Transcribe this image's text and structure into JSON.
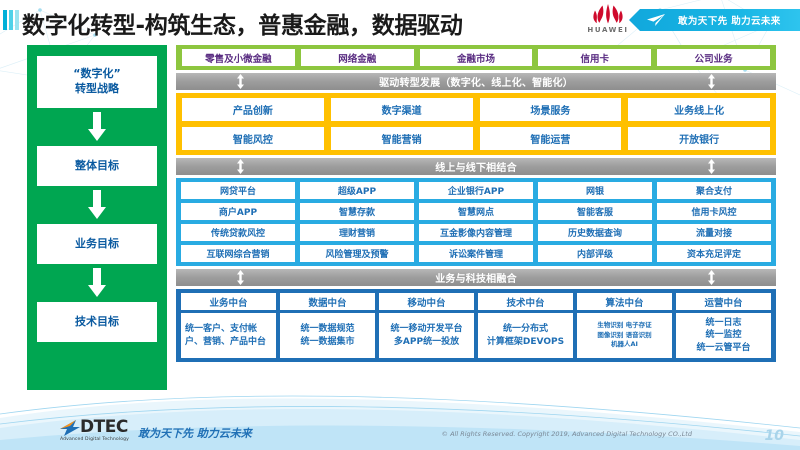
{
  "header": {
    "title": "数字化转型-构筑生态，普惠金融，数据驱动",
    "brand": "HUAWEI",
    "ribbon_text": "敢为天下先 助力云未来"
  },
  "sidebar": {
    "items": [
      {
        "label_line1": "“数字化”",
        "label_line2": "转型战略"
      },
      {
        "label_line1": "整体目标",
        "label_line2": ""
      },
      {
        "label_line1": "业务目标",
        "label_line2": ""
      },
      {
        "label_line1": "技术目标",
        "label_line2": ""
      }
    ]
  },
  "business_lines": {
    "items": [
      "零售及小微金融",
      "网络金融",
      "金融市场",
      "信用卡",
      "公司业务"
    ]
  },
  "connector_1": {
    "label": "驱动转型发展（数字化、线上化、智能化）"
  },
  "overall_goals": {
    "rows": [
      [
        "产品创新",
        "数字渠道",
        "场景服务",
        "业务线上化"
      ],
      [
        "智能风控",
        "智能营销",
        "智能运营",
        "开放银行"
      ]
    ]
  },
  "connector_2": {
    "label": "线上与线下相结合"
  },
  "business_goals": {
    "rows": [
      [
        "网贷平台",
        "超级APP",
        "企业银行APP",
        "网银",
        "聚合支付"
      ],
      [
        "商户APP",
        "智慧存款",
        "智慧网点",
        "智能客服",
        "信用卡风控"
      ],
      [
        "传统贷款风控",
        "理财营销",
        "互金影像内容管理",
        "历史数据查询",
        "流量对接"
      ],
      [
        "互联网综合营销",
        "风险管理及预警",
        "诉讼案件管理",
        "内部评级",
        "资本充足评定"
      ]
    ]
  },
  "connector_3": {
    "label": "业务与科技相融合"
  },
  "tech_goals": {
    "columns": [
      {
        "head": "业务中台",
        "body": "统一客户、支付帐户、营销、产品中台",
        "style": "lead"
      },
      {
        "head": "数据中台",
        "body": "统一数据规范\n统一数据集市",
        "style": "normal"
      },
      {
        "head": "移动中台",
        "body": "统一移动开发平台\n多APP统一投放",
        "style": "normal"
      },
      {
        "head": "技术中台",
        "body": "统一分布式\n计算框架DEVOPS",
        "style": "normal"
      },
      {
        "head": "算法中台",
        "body": "生物识别 电子存证\n图像识别 语音识别\n机器人AI",
        "style": "tiny"
      },
      {
        "head": "运营中台",
        "body": "统一日志\n统一监控\n统一云管平台",
        "style": "normal"
      }
    ]
  },
  "footer": {
    "logo_word": "DTEC",
    "logo_sub": "Advanced Digital Technology",
    "slogan": "敢为天下先  助力云未来",
    "copyright": "© All Rights Reserved. Copyright 2019, Advanced Digital Technology CO.,Ltd",
    "page_number": "10"
  },
  "colors": {
    "green": "#00A651",
    "light_green": "#8DC63F",
    "orange": "#FFC000",
    "light_blue": "#29ABE2",
    "navy": "#1F6FB5",
    "gray_bar": "#9D9D9D",
    "huawei_red": "#CF0A2C",
    "ribbon_blue": "#12A9DD",
    "purple_text": "#5A2D82"
  }
}
